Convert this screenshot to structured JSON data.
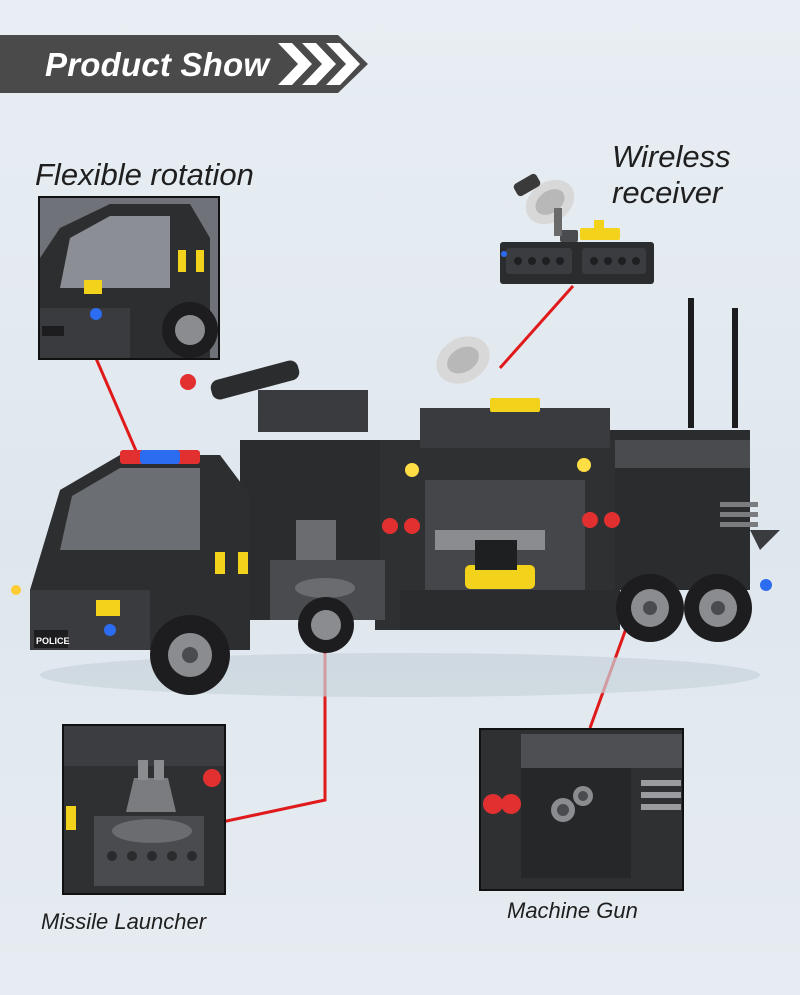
{
  "header": {
    "title": "Product Show"
  },
  "labels": {
    "flexible_rotation": "Flexible rotation",
    "wireless_line1": "Wireless",
    "wireless_line2": "receiver",
    "missile_launcher": "Missile Launcher",
    "machine_gun": "Machine Gun"
  },
  "truck": {
    "plate_text": "POLICE"
  },
  "colors": {
    "banner": "#4a4a4a",
    "connector_line": "#e01a1a",
    "brick_black": "#2b2c2e",
    "brick_gray": "#5a5c60",
    "stud_yellow": "#f2d21b",
    "light_red": "#e23030",
    "light_blue": "#2b6cf0"
  }
}
